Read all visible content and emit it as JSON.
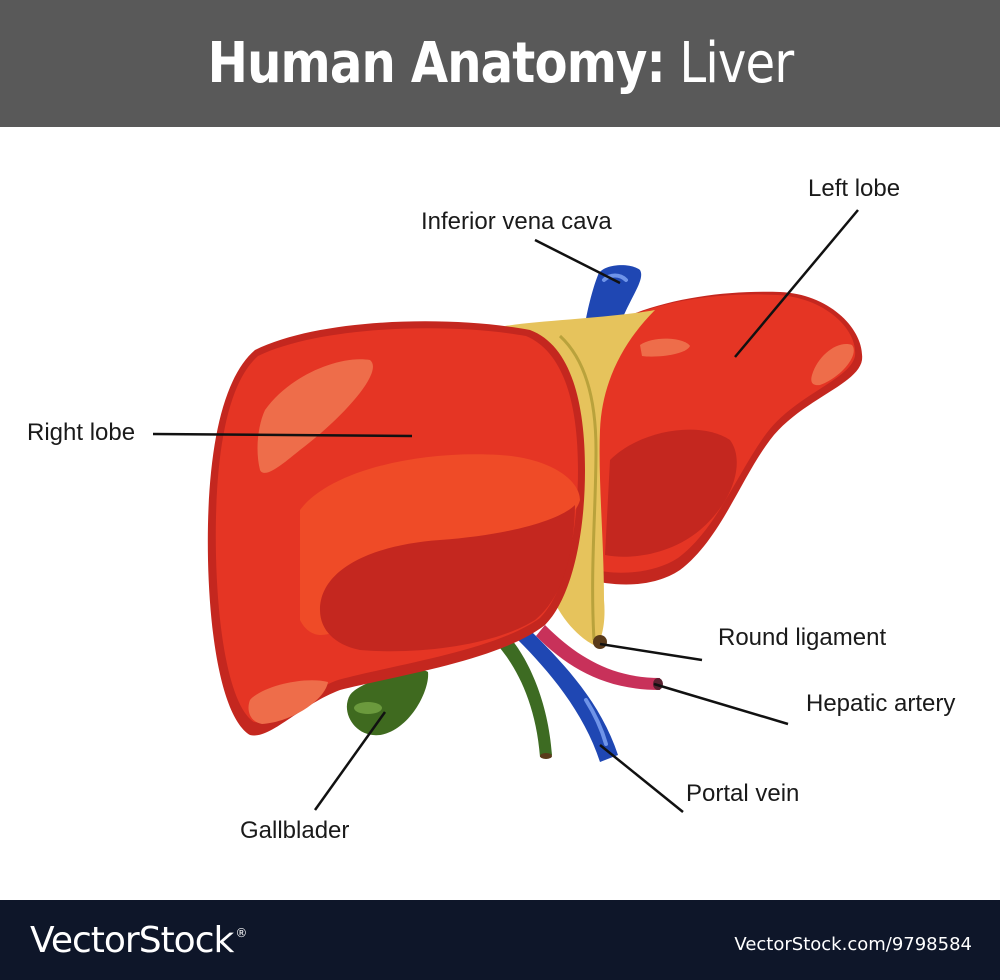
{
  "header": {
    "title_strong": "Human Anatomy:",
    "title_light": "Liver"
  },
  "labels": {
    "left_lobe": "Left lobe",
    "inferior_vena_cava": "Inferior vena cava",
    "right_lobe": "Right lobe",
    "round_ligament": "Round ligament",
    "hepatic_artery": "Hepatic artery",
    "portal_vein": "Portal vein",
    "gallbladder": "Gallblader"
  },
  "footer": {
    "brand": "VectorStock",
    "brand_mark": "®",
    "image_ref": "VectorStock.com/9798584"
  },
  "colors": {
    "header_bg": "#595959",
    "footer_bg": "#0e1629",
    "liver": "#e53524",
    "liver_dark": "#c4271f",
    "ligament": "#e6c35c",
    "vena_cava": "#1f47b3",
    "hepatic_artery": "#c8315a",
    "bile_duct": "#3d6b22",
    "gallbladder": "#3f6a1f"
  }
}
